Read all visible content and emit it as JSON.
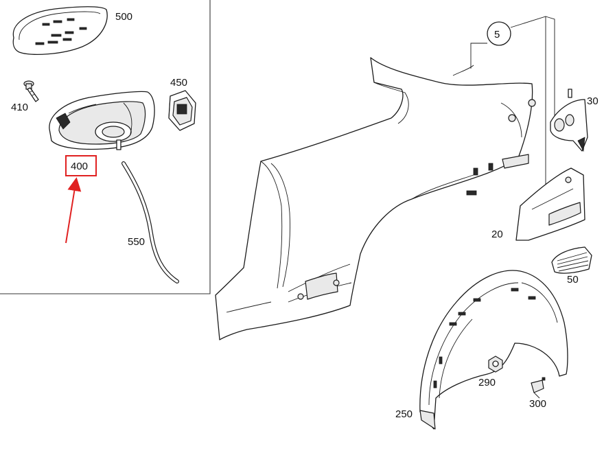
{
  "diagram": {
    "callouts": {
      "c500": "500",
      "c410": "410",
      "c450": "450",
      "c400": "400",
      "c550": "550",
      "c5": "5",
      "c30": "30",
      "c20": "20",
      "c50": "50",
      "c290": "290",
      "c300": "300",
      "c250": "250"
    },
    "highlight": {
      "label_key": "c400",
      "box_color": "#e02020",
      "arrow_color": "#e02020"
    }
  }
}
